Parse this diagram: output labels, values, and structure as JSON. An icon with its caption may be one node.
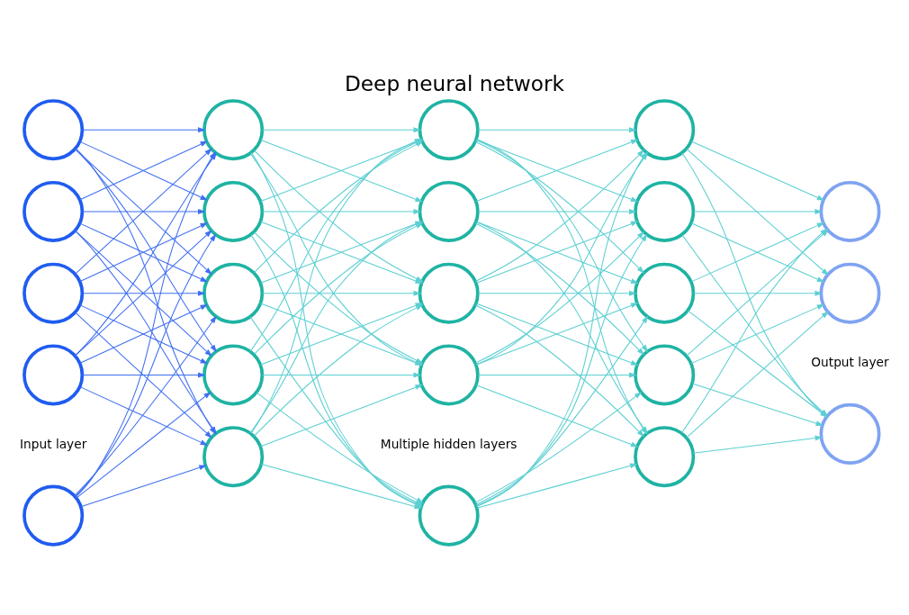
{
  "diagram": {
    "title": "Deep neural network",
    "nodes": [
      {
        "text": [],
        "shape": "circle"
      },
      {
        "text": [],
        "shape": "circle"
      },
      {
        "text": [],
        "shape": "circle"
      },
      {
        "text": [],
        "shape": "circle"
      },
      {
        "text": [],
        "shape": "circle"
      },
      {
        "text": [],
        "shape": "circle"
      },
      {
        "text": [],
        "shape": "circle"
      },
      {
        "text": [],
        "shape": "circle"
      },
      {
        "text": [],
        "shape": "circle"
      },
      {
        "text": [],
        "shape": "circle"
      },
      {
        "text": [],
        "shape": "circle"
      },
      {
        "text": [],
        "shape": "circle"
      },
      {
        "text": [],
        "shape": "circle"
      },
      {
        "text": [],
        "shape": "circle"
      },
      {
        "text": [],
        "shape": "circle"
      },
      {
        "text": [],
        "shape": "circle"
      },
      {
        "text": [],
        "shape": "circle"
      },
      {
        "text": [],
        "shape": "circle"
      },
      {
        "text": [],
        "shape": "circle"
      },
      {
        "text": [],
        "shape": "circle"
      },
      {
        "text": [],
        "shape": "circle"
      },
      {
        "text": [],
        "shape": "circle"
      },
      {
        "text": [],
        "shape": "circle"
      }
    ],
    "edges": [
      {
        "from": 0,
        "to": 5,
        "arrow": "to",
        "color": "#3f6ff2"
      },
      {
        "from": 0,
        "to": 6,
        "arrow": "to",
        "color": "#3f6ff2"
      },
      {
        "from": 0,
        "to": 7,
        "arrow": "to",
        "color": "#3f6ff2"
      },
      {
        "from": 0,
        "to": 8,
        "arrow": "to",
        "color": "#3f6ff2"
      },
      {
        "from": 0,
        "to": 9,
        "arrow": "to",
        "color": "#3f6ff2"
      },
      {
        "from": 1,
        "to": 5,
        "arrow": "to",
        "color": "#3f6ff2"
      },
      {
        "from": 1,
        "to": 6,
        "arrow": "to",
        "color": "#3f6ff2"
      },
      {
        "from": 1,
        "to": 7,
        "arrow": "to",
        "color": "#3f6ff2"
      },
      {
        "from": 1,
        "to": 8,
        "arrow": "to",
        "color": "#3f6ff2"
      },
      {
        "from": 1,
        "to": 9,
        "arrow": "to",
        "color": "#3f6ff2"
      },
      {
        "from": 2,
        "to": 5,
        "arrow": "to",
        "color": "#3f6ff2"
      },
      {
        "from": 2,
        "to": 6,
        "arrow": "to",
        "color": "#3f6ff2"
      },
      {
        "from": 2,
        "to": 7,
        "arrow": "to",
        "color": "#3f6ff2"
      },
      {
        "from": 2,
        "to": 8,
        "arrow": "to",
        "color": "#3f6ff2"
      },
      {
        "from": 2,
        "to": 9,
        "arrow": "to",
        "color": "#3f6ff2"
      },
      {
        "from": 3,
        "to": 5,
        "arrow": "to",
        "color": "#3f6ff2"
      },
      {
        "from": 3,
        "to": 6,
        "arrow": "to",
        "color": "#3f6ff2"
      },
      {
        "from": 3,
        "to": 7,
        "arrow": "to",
        "color": "#3f6ff2"
      },
      {
        "from": 3,
        "to": 8,
        "arrow": "to",
        "color": "#3f6ff2"
      },
      {
        "from": 3,
        "to": 9,
        "arrow": "to",
        "color": "#3f6ff2"
      },
      {
        "from": 4,
        "to": 5,
        "arrow": "to",
        "color": "#3f6ff2"
      },
      {
        "from": 4,
        "to": 6,
        "arrow": "to",
        "color": "#3f6ff2"
      },
      {
        "from": 4,
        "to": 7,
        "arrow": "to",
        "color": "#3f6ff2"
      },
      {
        "from": 4,
        "to": 8,
        "arrow": "to",
        "color": "#3f6ff2"
      },
      {
        "from": 4,
        "to": 9,
        "arrow": "to",
        "color": "#3f6ff2"
      },
      {
        "from": 5,
        "to": 10,
        "arrow": "to"
      },
      {
        "from": 5,
        "to": 11,
        "arrow": "to"
      },
      {
        "from": 5,
        "to": 12,
        "arrow": "to"
      },
      {
        "from": 5,
        "to": 13,
        "arrow": "to"
      },
      {
        "from": 5,
        "to": 14,
        "arrow": "to"
      },
      {
        "from": 6,
        "to": 10,
        "arrow": "to"
      },
      {
        "from": 6,
        "to": 11,
        "arrow": "to"
      },
      {
        "from": 6,
        "to": 12,
        "arrow": "to"
      },
      {
        "from": 6,
        "to": 13,
        "arrow": "to"
      },
      {
        "from": 6,
        "to": 14,
        "arrow": "to"
      },
      {
        "from": 7,
        "to": 10,
        "arrow": "to"
      },
      {
        "from": 7,
        "to": 11,
        "arrow": "to"
      },
      {
        "from": 7,
        "to": 12,
        "arrow": "to"
      },
      {
        "from": 7,
        "to": 13,
        "arrow": "to"
      },
      {
        "from": 7,
        "to": 14,
        "arrow": "to"
      },
      {
        "from": 8,
        "to": 10,
        "arrow": "to"
      },
      {
        "from": 8,
        "to": 11,
        "arrow": "to"
      },
      {
        "from": 8,
        "to": 12,
        "arrow": "to"
      },
      {
        "from": 8,
        "to": 13,
        "arrow": "to"
      },
      {
        "from": 8,
        "to": 14,
        "arrow": "to"
      },
      {
        "from": 9,
        "to": 10,
        "arrow": "to"
      },
      {
        "from": 9,
        "to": 11,
        "arrow": "to"
      },
      {
        "from": 9,
        "to": 12,
        "arrow": "to"
      },
      {
        "from": 9,
        "to": 13,
        "arrow": "to"
      },
      {
        "from": 9,
        "to": 14,
        "arrow": "to"
      },
      {
        "from": 10,
        "to": 15,
        "arrow": "to"
      },
      {
        "from": 10,
        "to": 16,
        "arrow": "to"
      },
      {
        "from": 10,
        "to": 17,
        "arrow": "to"
      },
      {
        "from": 10,
        "to": 18,
        "arrow": "to"
      },
      {
        "from": 10,
        "to": 19,
        "arrow": "to"
      },
      {
        "from": 11,
        "to": 15,
        "arrow": "to"
      },
      {
        "from": 11,
        "to": 16,
        "arrow": "to"
      },
      {
        "from": 11,
        "to": 17,
        "arrow": "to"
      },
      {
        "from": 11,
        "to": 18,
        "arrow": "to"
      },
      {
        "from": 11,
        "to": 19,
        "arrow": "to"
      },
      {
        "from": 12,
        "to": 15,
        "arrow": "to"
      },
      {
        "from": 12,
        "to": 16,
        "arrow": "to"
      },
      {
        "from": 12,
        "to": 17,
        "arrow": "to"
      },
      {
        "from": 12,
        "to": 18,
        "arrow": "to"
      },
      {
        "from": 12,
        "to": 19,
        "arrow": "to"
      },
      {
        "from": 13,
        "to": 15,
        "arrow": "to"
      },
      {
        "from": 13,
        "to": 16,
        "arrow": "to"
      },
      {
        "from": 13,
        "to": 17,
        "arrow": "to"
      },
      {
        "from": 13,
        "to": 18,
        "arrow": "to"
      },
      {
        "from": 13,
        "to": 19,
        "arrow": "to"
      },
      {
        "from": 14,
        "to": 15,
        "arrow": "to"
      },
      {
        "from": 14,
        "to": 16,
        "arrow": "to"
      },
      {
        "from": 14,
        "to": 17,
        "arrow": "to"
      },
      {
        "from": 14,
        "to": 18,
        "arrow": "to"
      },
      {
        "from": 14,
        "to": 19,
        "arrow": "to"
      },
      {
        "from": 15,
        "to": 20,
        "arrow": "to"
      },
      {
        "from": 15,
        "to": 21,
        "arrow": "to"
      },
      {
        "from": 15,
        "to": 22,
        "arrow": "to"
      },
      {
        "from": 16,
        "to": 20,
        "arrow": "to"
      },
      {
        "from": 16,
        "to": 21,
        "arrow": "to"
      },
      {
        "from": 16,
        "to": 22,
        "arrow": "to"
      },
      {
        "from": 17,
        "to": 20,
        "arrow": "to"
      },
      {
        "from": 17,
        "to": 21,
        "arrow": "to"
      },
      {
        "from": 17,
        "to": 22,
        "arrow": "to"
      },
      {
        "from": 18,
        "to": 20,
        "arrow": "to"
      },
      {
        "from": 18,
        "to": 21,
        "arrow": "to"
      },
      {
        "from": 18,
        "to": 22,
        "arrow": "to"
      },
      {
        "from": 19,
        "to": 20,
        "arrow": "to"
      },
      {
        "from": 19,
        "to": 21,
        "arrow": "to"
      },
      {
        "from": 19,
        "to": 22,
        "arrow": "to"
      }
    ],
    "labels": [
      "Input layer",
      "Multiple hidden layers",
      "Output layer"
    ]
  }
}
